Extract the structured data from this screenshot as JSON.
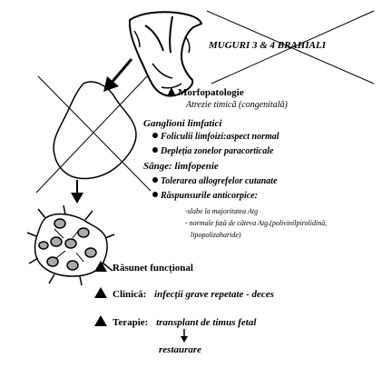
{
  "title": "MUGURI 3 & 4 BRAHIALI",
  "morfo": {
    "heading": "Morfopatologie",
    "subtitle": "Atrezie timică (congenitală)"
  },
  "ganglioni": {
    "heading": "Ganglioni limfatici",
    "items": [
      "Foliculii limfoizi:aspect normal",
      "Depleția zonelor paracorticale"
    ]
  },
  "sange": {
    "heading": "Sânge: limfopenie",
    "items": [
      "Tolerarea allogrefelor cutanate",
      "Răspunsurile anticorpice:"
    ],
    "notes": [
      "-slabe la majoritatea Atg",
      "- normale față de câteva Atg.(polivinilpirolidină,",
      "lipopolizaharide)"
    ]
  },
  "rasunet": "Răsunet funcțional",
  "clinica": {
    "label": "Clinică:",
    "value": "infecții grave repetate - deces"
  },
  "terapie": {
    "label": "Terapie:",
    "value": "transplant de timus fetal"
  },
  "restaurare": "restaurare"
}
